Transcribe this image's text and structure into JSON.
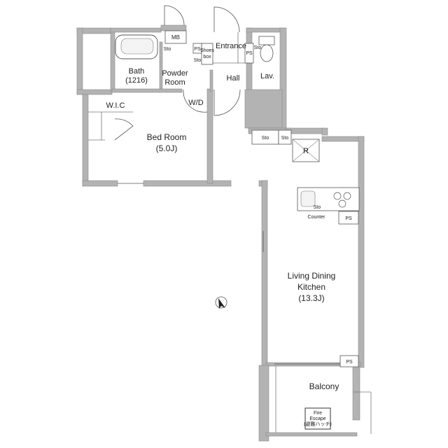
{
  "rooms": {
    "bath_name": "Bath",
    "bath_size": "(1216)",
    "powder_room_line1": "Powder",
    "powder_room_line2": "Room",
    "hall": "Hall",
    "lav": "Lav.",
    "entrance": "Entrance",
    "wic": "W.I.C",
    "wd": "W/D",
    "bedroom_name": "Bed Room",
    "bedroom_size": "(5.0J)",
    "ldk_line1": "Living Dining",
    "ldk_line2": "Kitchen",
    "ldk_size": "(13.3J)",
    "balcony": "Balcony"
  },
  "fixtures": {
    "mb": "MB",
    "sto": "Sto",
    "ps": "PS",
    "shoes_line1": "Shoes",
    "shoes_line2": "box",
    "refrigerator": "R",
    "counter": "Counter",
    "fire_escape_line1": "Fire",
    "fire_escape_line2": "Escape",
    "fire_escape_line3": "(避難ハッチ)"
  }
}
